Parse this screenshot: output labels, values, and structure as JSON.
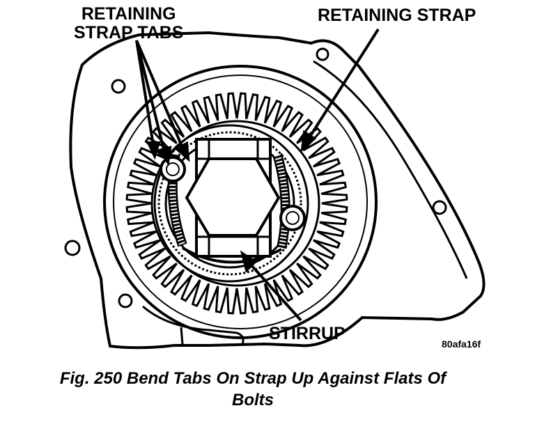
{
  "labels": {
    "retaining_strap_tabs_line1": "RETAINING",
    "retaining_strap_tabs_line2": "STRAP TABS",
    "retaining_strap": "RETAINING STRAP",
    "stirrup": "STIRRUP"
  },
  "figure_id": "80afa16f",
  "caption": {
    "line1": "Fig. 250 Bend Tabs On Strap Up Against Flats Of",
    "line2": "Bolts"
  },
  "colors": {
    "ink": "#000000",
    "paper": "#ffffff"
  }
}
